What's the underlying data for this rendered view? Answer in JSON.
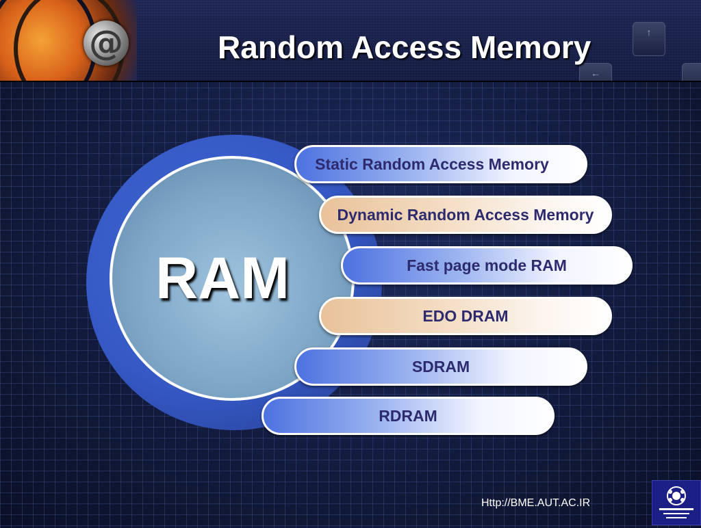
{
  "header": {
    "title": "Random Access Memory",
    "logo_icon": "at-sign-icon",
    "key_icons": [
      "up-arrow-key-icon",
      "left-arrow-key-icon"
    ]
  },
  "diagram": {
    "center_label": "RAM",
    "items": [
      {
        "label": "Static Random Access Memory",
        "color": "blue"
      },
      {
        "label": "Dynamic Random Access Memory",
        "color": "tan"
      },
      {
        "label": "Fast page mode RAM",
        "color": "blue"
      },
      {
        "label": "EDO DRAM",
        "color": "tan"
      },
      {
        "label": "SDRAM",
        "color": "blue"
      },
      {
        "label": "RDRAM",
        "color": "blue"
      }
    ]
  },
  "footer": {
    "url": "Http://BME.AUT.AC.IR",
    "seal_icon": "university-seal-icon"
  },
  "colors": {
    "background": "#111a3a",
    "circle_halo": "#3558c4",
    "pill_text": "#2d2a6e"
  }
}
